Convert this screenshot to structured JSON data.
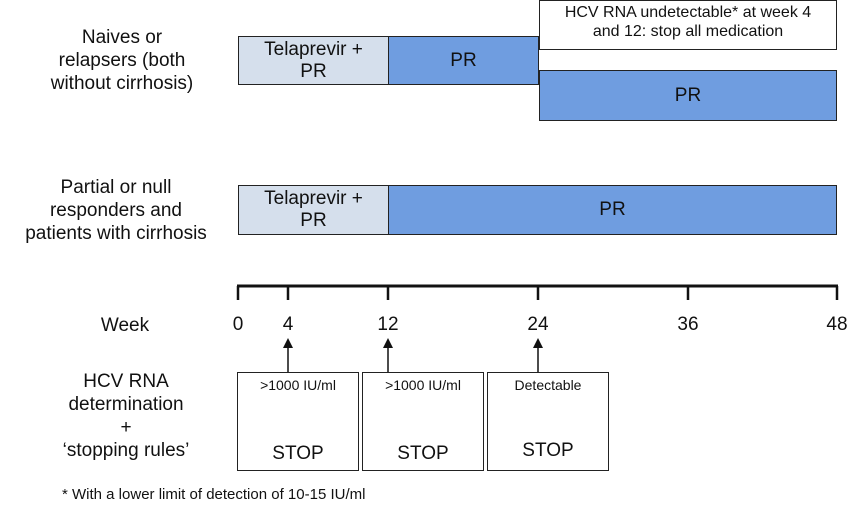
{
  "rows": {
    "naive_label": [
      "Naives or",
      "relapsers (both",
      "without cirrhosis)"
    ],
    "partial_label": [
      "Partial or null",
      "responders and",
      "patients with cirrhosis"
    ]
  },
  "bars": {
    "telaprevir_lines": [
      "Telaprevir +",
      "PR"
    ],
    "pr": "PR"
  },
  "note_lines": [
    "HCV RNA undetectable* at week 4",
    "and 12: stop all medication"
  ],
  "axis": {
    "label": "Week",
    "ticks": [
      "0",
      "4",
      "12",
      "24",
      "36",
      "48"
    ]
  },
  "rules_label": [
    "HCV RNA",
    "determination",
    "+",
    "‘stopping rules’"
  ],
  "stop_boxes": [
    {
      "threshold": ">1000 IU/ml",
      "action": "STOP"
    },
    {
      "threshold": ">1000 IU/ml",
      "action": "STOP"
    },
    {
      "threshold": "Detectable",
      "action": "STOP"
    }
  ],
  "footnote": "* With a lower limit of detection of 10-15 IU/ml",
  "colors": {
    "telaprevir_pr": "#d5dfec",
    "pr": "#6f9de0"
  }
}
